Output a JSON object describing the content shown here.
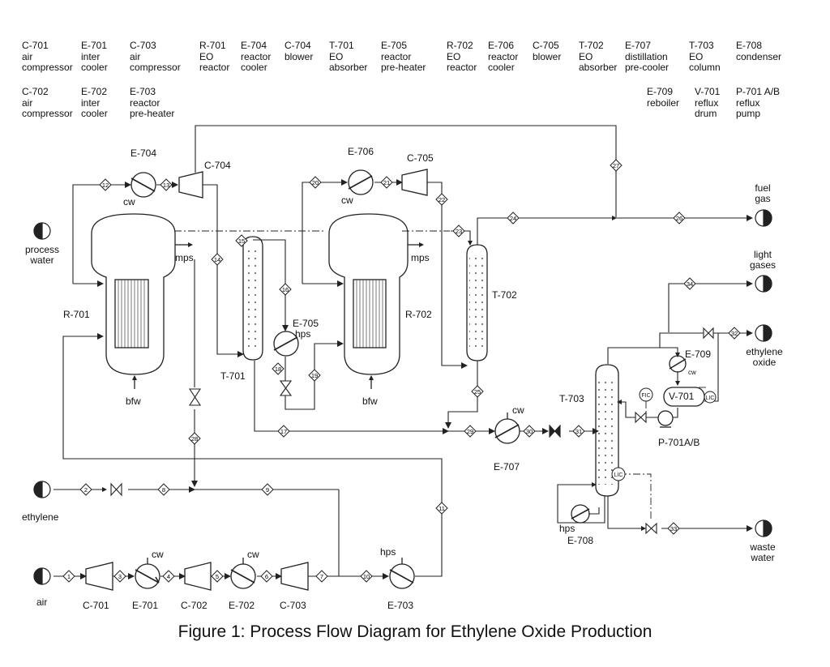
{
  "legend": [
    {
      "tag": "C-701",
      "desc": [
        "air",
        "compressor"
      ]
    },
    {
      "tag": "E-701",
      "desc": [
        "inter",
        "cooler"
      ]
    },
    {
      "tag": "C-703",
      "desc": [
        "air",
        "compressor"
      ]
    },
    {
      "tag": "R-701",
      "desc": [
        "EO",
        "reactor"
      ]
    },
    {
      "tag": "E-704",
      "desc": [
        "reactor",
        "cooler"
      ]
    },
    {
      "tag": "C-704",
      "desc": [
        "blower"
      ]
    },
    {
      "tag": "T-701",
      "desc": [
        "EO",
        "absorber"
      ]
    },
    {
      "tag": "E-705",
      "desc": [
        "reactor",
        "pre-heater"
      ]
    },
    {
      "tag": "R-702",
      "desc": [
        "EO",
        "reactor"
      ]
    },
    {
      "tag": "E-706",
      "desc": [
        "reactor",
        "cooler"
      ]
    },
    {
      "tag": "C-705",
      "desc": [
        "blower"
      ]
    },
    {
      "tag": "T-702",
      "desc": [
        "EO",
        "absorber"
      ]
    },
    {
      "tag": "E-707",
      "desc": [
        "distillation",
        "pre-cooler"
      ]
    },
    {
      "tag": "T-703",
      "desc": [
        "EO",
        "column"
      ]
    },
    {
      "tag": "E-708",
      "desc": [
        "condenser"
      ]
    },
    {
      "tag": "C-702",
      "desc": [
        "air",
        "compressor"
      ]
    },
    {
      "tag": "E-702",
      "desc": [
        "inter",
        "cooler"
      ]
    },
    {
      "tag": "E-703",
      "desc": [
        "reactor",
        "pre-heater"
      ]
    },
    {
      "tag": "E-709",
      "desc": [
        "reboiler"
      ]
    },
    {
      "tag": "V-701",
      "desc": [
        "reflux",
        "drum"
      ]
    },
    {
      "tag": "P-701 A/B",
      "desc": [
        "reflux",
        "pump"
      ]
    }
  ],
  "equipment_labels": {
    "r701": "R-701",
    "r702": "R-702",
    "t701": "T-701",
    "t702": "T-702",
    "t703": "T-703",
    "e701": "E-701",
    "e702": "E-702",
    "e703": "E-703",
    "e704": "E-704",
    "e705": "E-705",
    "e706": "E-706",
    "e707": "E-707",
    "e708": "E-708",
    "e709": "E-709",
    "c701": "C-701",
    "c702": "C-702",
    "c703": "C-703",
    "c704": "C-704",
    "c705": "C-705",
    "v701": "V-701",
    "p701": "P-701A/B"
  },
  "utilities": {
    "cw": "cw",
    "mps": "mps",
    "hps": "hps",
    "bfw": "bfw"
  },
  "instruments": {
    "fic": "FIC",
    "lic": "LIC"
  },
  "terminals": {
    "process_water": [
      "process",
      "water"
    ],
    "ethylene": [
      "ethylene"
    ],
    "air": [
      "air"
    ],
    "fuel_gas": [
      "fuel",
      "gas"
    ],
    "light_gases": [
      "light",
      "gases"
    ],
    "ethylene_oxide": [
      "ethylene",
      "oxide"
    ],
    "waste_water": [
      "waste",
      "water"
    ]
  },
  "streams": [
    "1",
    "2",
    "3",
    "4",
    "5",
    "6",
    "7",
    "8",
    "9",
    "10",
    "11",
    "12",
    "13",
    "14",
    "15",
    "16",
    "17",
    "18",
    "19",
    "20",
    "21",
    "22",
    "23",
    "24",
    "25",
    "26",
    "27",
    "28",
    "29",
    "30",
    "31",
    "32",
    "33",
    "34"
  ],
  "caption": "Figure 1:  Process Flow Diagram for Ethylene Oxide Production",
  "colors": {
    "line": "#222222",
    "background": "#ffffff"
  }
}
